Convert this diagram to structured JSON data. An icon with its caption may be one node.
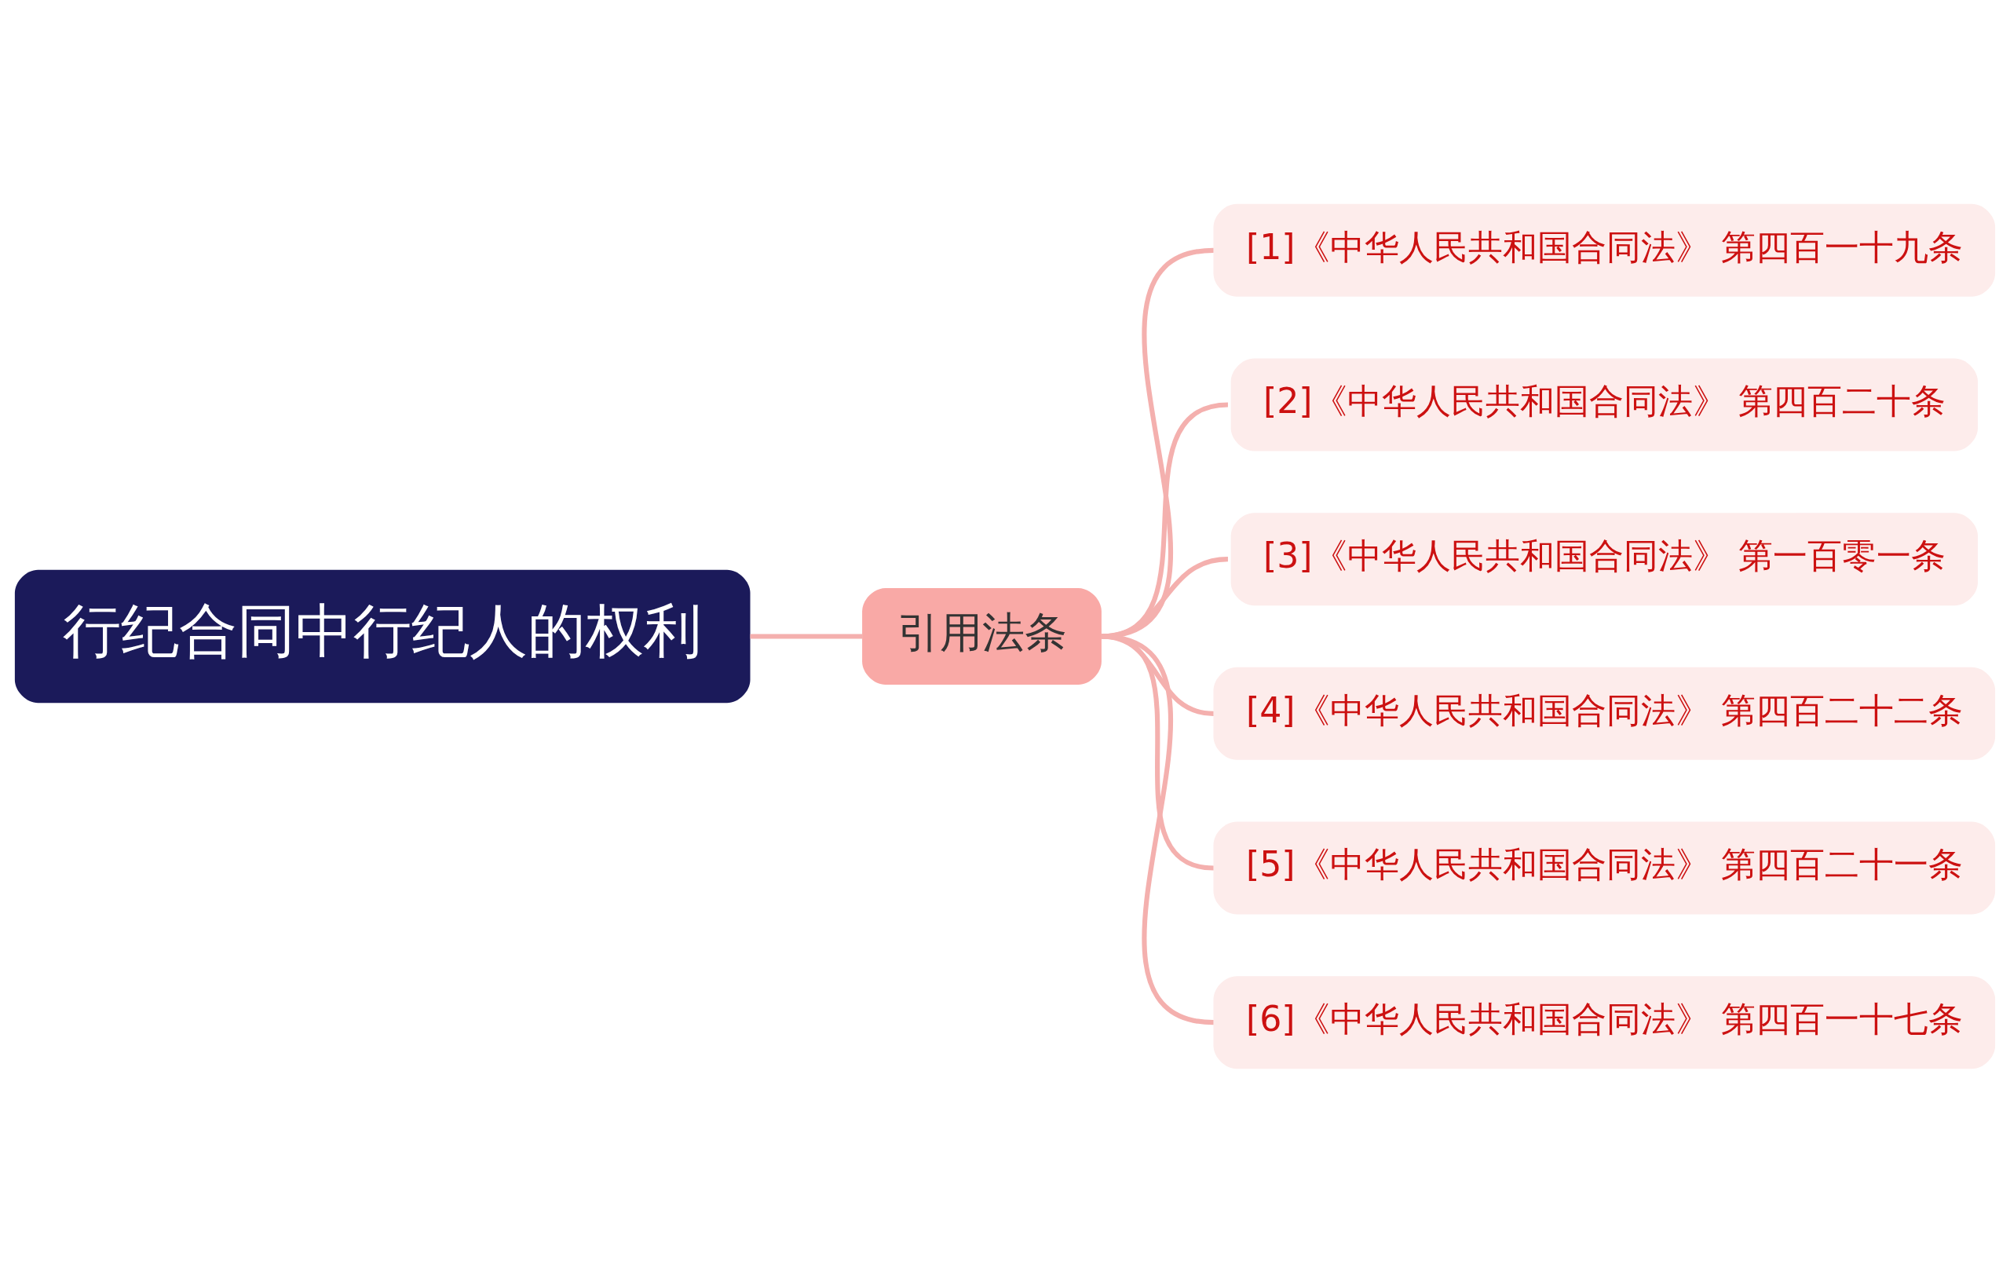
{
  "diagram": {
    "nodes": [
      {
        "text": [
          "行纪合同中行纪人的权利"
        ]
      },
      {
        "text": [
          "引用法条"
        ]
      },
      {
        "text": [
          "[1]《中华人民共和国合同法》 第四百一十九条"
        ]
      },
      {
        "text": [
          "[2]《中华人民共和国合同法》 第四百二十条"
        ]
      },
      {
        "text": [
          "[3]《中华人民共和国合同法》 第一百零一条"
        ]
      },
      {
        "text": [
          "[4]《中华人民共和国合同法》 第四百二十二条"
        ]
      },
      {
        "text": [
          "[5]《中华人民共和国合同法》 第四百二十一条"
        ]
      },
      {
        "text": [
          "[6]《中华人民共和国合同法》 第四百一十七条"
        ]
      }
    ],
    "edges": [
      {
        "from": 0,
        "to": 1,
        "arrow": "none"
      },
      {
        "from": 1,
        "to": 2,
        "arrow": "none"
      },
      {
        "from": 1,
        "to": 3,
        "arrow": "none"
      },
      {
        "from": 1,
        "to": 4,
        "arrow": "none"
      },
      {
        "from": 1,
        "to": 5,
        "arrow": "none"
      },
      {
        "from": 1,
        "to": 6,
        "arrow": "none"
      },
      {
        "from": 1,
        "to": 7,
        "arrow": "none"
      }
    ]
  }
}
